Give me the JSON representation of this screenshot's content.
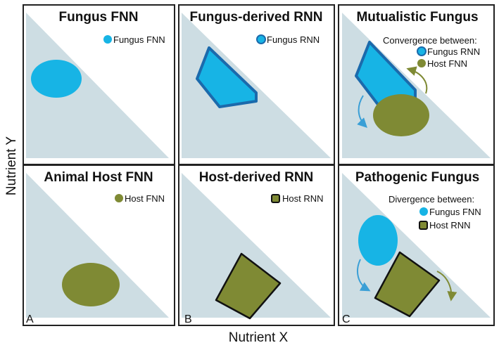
{
  "axes": {
    "x_label": "Nutrient X",
    "y_label": "Nutrient Y"
  },
  "colors": {
    "triangle_fill": "#cddde3",
    "fungus_fill": "#17b4e5",
    "fungus_stroke": "#1b6aac",
    "host_fill": "#7f8a34",
    "host_stroke": "#111111",
    "panel_border": "#222222",
    "arrow_blue": "#3a9fd6",
    "arrow_olive": "#7f8a34"
  },
  "panels": [
    {
      "title": "Fungus FNN",
      "legend_heading": "",
      "legend": [
        {
          "label": "Fungus FNN",
          "marker": "fungus-circle"
        }
      ],
      "corner_letter": ""
    },
    {
      "title": "Fungus-derived RNN",
      "legend_heading": "",
      "legend": [
        {
          "label": "Fungus RNN",
          "marker": "fungus-circle-outlined"
        }
      ],
      "corner_letter": ""
    },
    {
      "title": "Mutualistic Fungus",
      "legend_heading": "Convergence between:",
      "legend": [
        {
          "label": "Fungus RNN",
          "marker": "fungus-circle-outlined"
        },
        {
          "label": "Host FNN",
          "marker": "host-circle"
        }
      ],
      "corner_letter": ""
    },
    {
      "title": "Animal Host FNN",
      "legend_heading": "",
      "legend": [
        {
          "label": "Host FNN",
          "marker": "host-circle"
        }
      ],
      "corner_letter": "A"
    },
    {
      "title": "Host-derived RNN",
      "legend_heading": "",
      "legend": [
        {
          "label": "Host RNN",
          "marker": "host-square-outlined"
        }
      ],
      "corner_letter": "B"
    },
    {
      "title": "Pathogenic Fungus",
      "legend_heading": "Divergence between:",
      "legend": [
        {
          "label": "Fungus FNN",
          "marker": "fungus-circle"
        },
        {
          "label": "Host RNN",
          "marker": "host-square-outlined"
        }
      ],
      "corner_letter": "C"
    }
  ]
}
